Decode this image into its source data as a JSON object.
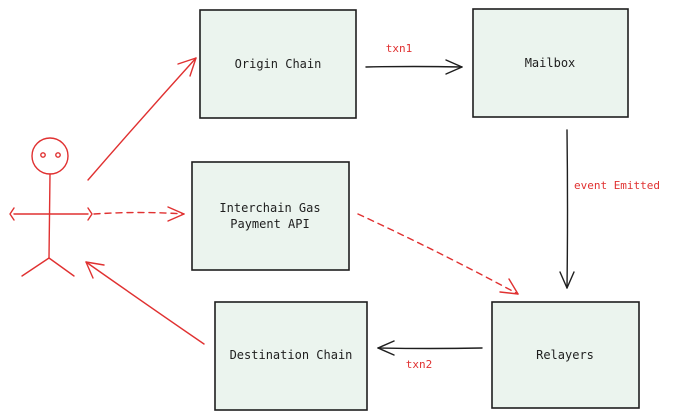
{
  "nodes": {
    "origin_chain": "Origin Chain",
    "mailbox": "Mailbox",
    "interchain_gas_line1": "Interchain Gas",
    "interchain_gas_line2": "Payment API",
    "destination_chain": "Destination Chain",
    "relayers": "Relayers"
  },
  "edges": {
    "txn1": "txn1",
    "event_emitted": "event Emitted",
    "txn2": "txn2"
  },
  "colors": {
    "box_fill": "#ebf4ee",
    "stroke_dark": "#1e1e1e",
    "accent_red": "#e03131"
  }
}
